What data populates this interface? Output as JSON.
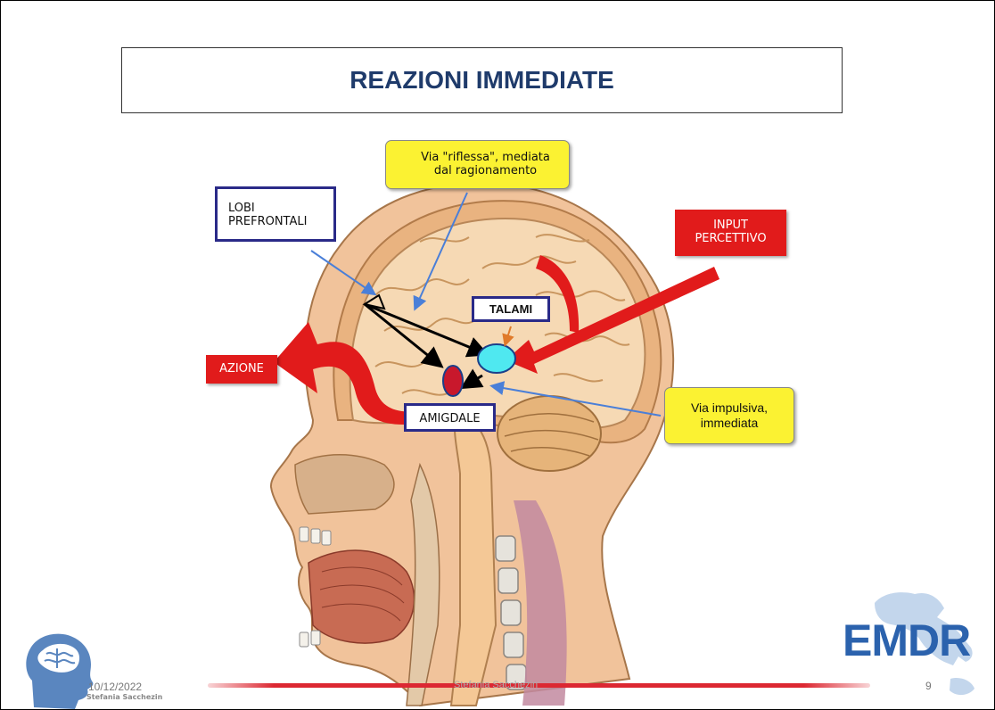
{
  "title": "REAZIONI IMMEDIATE",
  "labels": {
    "lobi": "LOBI PREFRONTALI",
    "via_riflessa": "Via \"riflessa\", mediata dal ragionamento",
    "input": "INPUT PERCETTIVO",
    "talami": "TALAMI",
    "azione": "AZIONE",
    "amigdale": "AMIGDALE",
    "via_impulsiva": "Via impulsiva, immediata"
  },
  "footer": {
    "date": "10/12/2022",
    "author_small": "Stefania  Sacchezin",
    "center": "Stefania Sacchezin",
    "page": "9"
  },
  "logo": {
    "text": "EMDR",
    "color": "#2b62ad"
  },
  "colors": {
    "title": "#1f3b6b",
    "red_arrow": "#e11b1b",
    "yellow_box": "#fbf232",
    "talami_oval": "#4fe8f0",
    "amigdale_oval": "#c8182c",
    "pointer": "#4a7fd8"
  }
}
